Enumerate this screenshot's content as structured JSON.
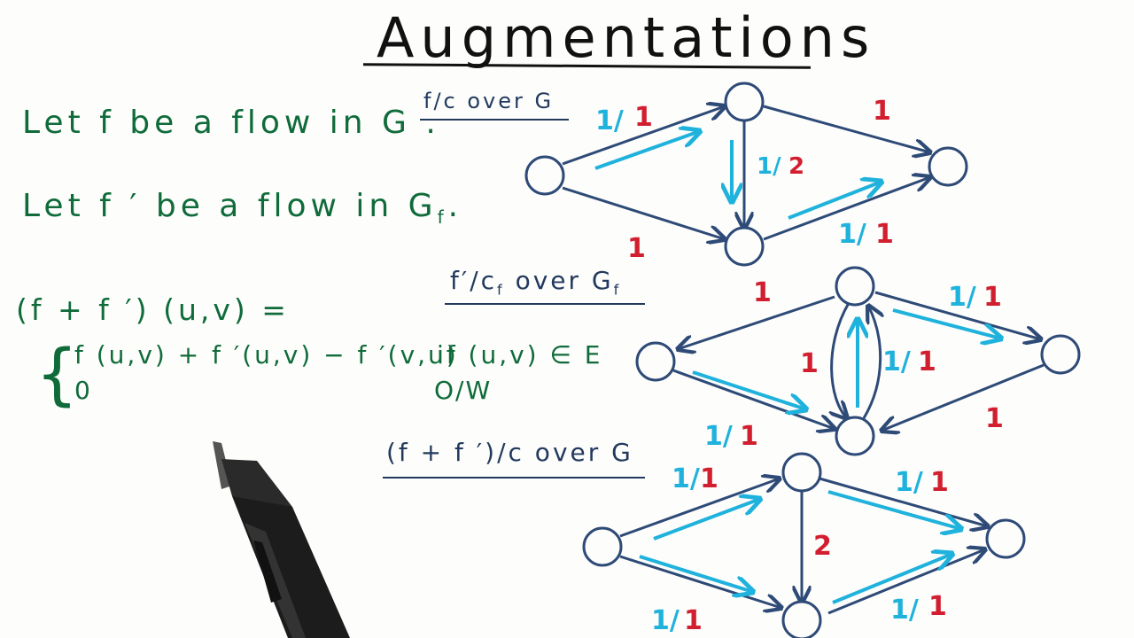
{
  "title": "Augmentations",
  "notes": {
    "line1": "Let f be a flow in G .",
    "line2_main": "Let f ′ be a flow in G",
    "line2_sub": "f",
    "line2_end": ".",
    "definition": "(f + f ′) (u,v) =",
    "brace": "{",
    "case1": "f (u,v) + f ′(u,v) − f ′(v,u)",
    "case1_cond": "if (u,v) ∈ E",
    "case2": "0",
    "case2_cond": "O/W"
  },
  "graph1": {
    "label": "f/c over G",
    "edge_sa": {
      "flow": "1/",
      "cap": "1"
    },
    "edge_sb": {
      "cap": "1"
    },
    "edge_ab": {
      "flow": "1/",
      "cap": "2"
    },
    "edge_at": {
      "cap": "1"
    },
    "edge_bt": {
      "flow": "1/",
      "cap": "1"
    }
  },
  "graph2": {
    "label": "f′/c",
    "label_sub": "f",
    "label_rest": "over G",
    "label_rest_sub": "f",
    "edge_as": {
      "cap": "1"
    },
    "edge_sb": {
      "cap": "1"
    },
    "edge_ba": {
      "flow": "1/",
      "cap": "1"
    },
    "edge_at": {
      "flow": "1/",
      "cap": "1"
    },
    "edge_tb": {
      "cap": "1"
    },
    "edge_sb_flow": {
      "flow": "1/",
      "cap": "1"
    }
  },
  "graph3": {
    "label": "(f + f ′)/c over G",
    "edge_sa": {
      "flow": "1/",
      "cap": "1"
    },
    "edge_sb": {
      "flow": "1/",
      "cap": "1"
    },
    "edge_ab": {
      "cap": "2"
    },
    "edge_at": {
      "flow": "1/",
      "cap": "1"
    },
    "edge_bt": {
      "flow": "1/",
      "cap": "1"
    }
  },
  "colors": {
    "edge": "#2e4a77",
    "flow_arrow": "#1fb2dc",
    "capacity": "#d21f2f",
    "note_green": "#0f6b3a"
  }
}
